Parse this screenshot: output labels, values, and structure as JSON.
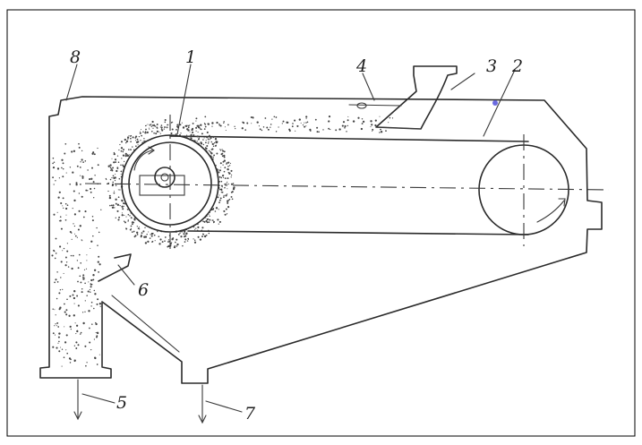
{
  "labels": {
    "l1": "1",
    "l2": "2",
    "l3": "3",
    "l4": "4",
    "l5": "5",
    "l6": "6",
    "l7": "7",
    "l8": "8"
  },
  "colors": {
    "ink": "#2a2a2a",
    "marker": "#6a6ae0"
  }
}
